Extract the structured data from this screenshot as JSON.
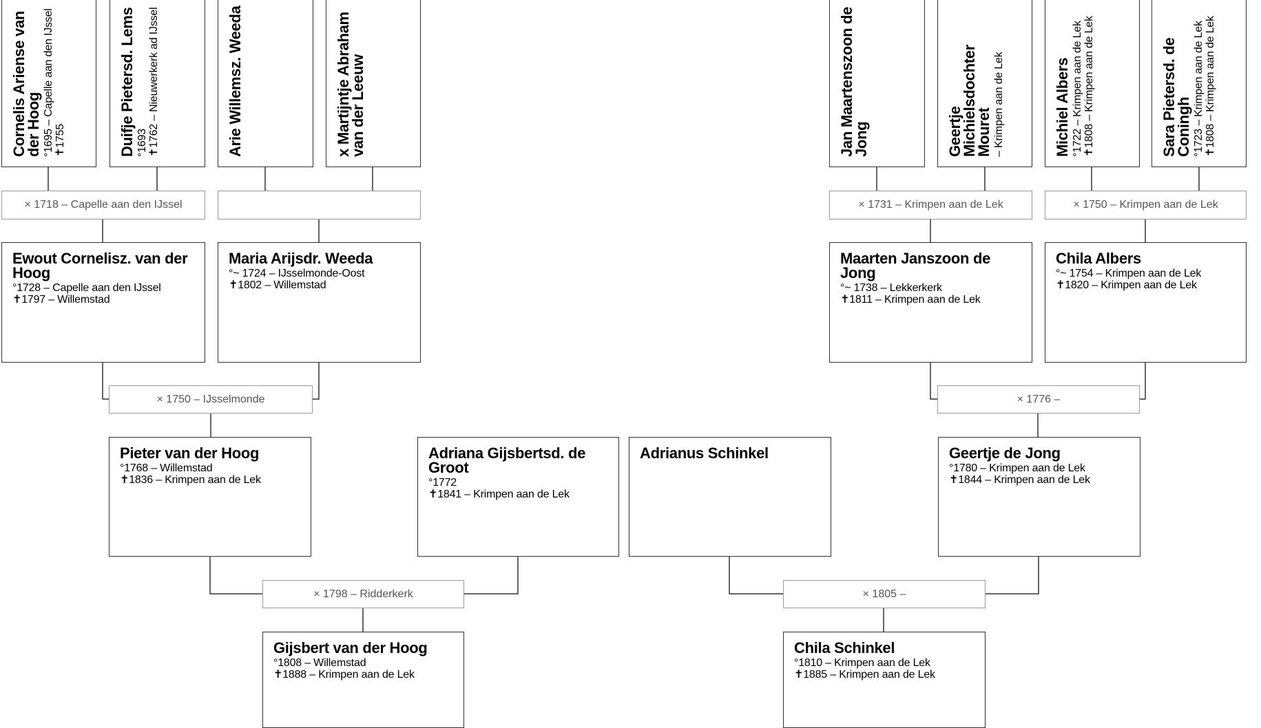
{
  "people": {
    "p1": {
      "name": "Cornelis Ariense van der Hoog",
      "lines": [
        "°1695 – Capelle aan den IJssel",
        "✝1755"
      ]
    },
    "p2": {
      "name": "Duifje Pietersd. Lems",
      "lines": [
        "°1693",
        "✝1762 – Nieuwerkerk ad IJssel"
      ]
    },
    "p3": {
      "name": "Arie Willemsz. Weeda",
      "lines": []
    },
    "p4": {
      "name": "x Martijntje Abraham van der Leeuw",
      "lines": []
    },
    "p5": {
      "name": "Jan Maartenszoon de Jong",
      "lines": []
    },
    "p6": {
      "name": "Geertje Michielsdochter Mouret",
      "lines": [
        "– Krimpen aan de Lek"
      ]
    },
    "p7": {
      "name": "Michiel Albers",
      "lines": [
        "°1722 – Krimpen aan de Lek",
        "✝1808 – Krimpen aan de Lek"
      ]
    },
    "p8": {
      "name": "Sara Pietersd. de Coningh",
      "lines": [
        "°1723 – Krimpen aan de Lek",
        "✝1808 – Krimpen aan de Lek"
      ]
    },
    "p9": {
      "name": "Ewout Cornelisz. van der Hoog",
      "lines": [
        "°1728 – Capelle aan den IJssel",
        "✝1797 – Willemstad"
      ]
    },
    "p10": {
      "name": "Maria Arijsdr. Weeda",
      "lines": [
        "°~ 1724 – IJsselmonde-Oost",
        "✝1802 – Willemstad"
      ]
    },
    "p11": {
      "name": "Maarten Janszoon de Jong",
      "lines": [
        "°~ 1738 – Lekkerkerk",
        "✝1811 – Krimpen aan de Lek"
      ]
    },
    "p12": {
      "name": "Chila Albers",
      "lines": [
        "°~ 1754 – Krimpen aan de Lek",
        "✝1820 – Krimpen aan de Lek"
      ]
    },
    "p13": {
      "name": "Pieter van der Hoog",
      "lines": [
        "°1768 – Willemstad",
        "✝1836 – Krimpen aan de Lek"
      ]
    },
    "p14": {
      "name": "Adriana Gijsbertsd. de Groot",
      "lines": [
        "°1772",
        "✝1841 – Krimpen aan de Lek"
      ]
    },
    "p15": {
      "name": "Adrianus Schinkel",
      "lines": []
    },
    "p16": {
      "name": "Geertje de Jong",
      "lines": [
        "°1780 – Krimpen aan de Lek",
        "✝1844 – Krimpen aan de Lek"
      ]
    },
    "p17": {
      "name": "Gijsbert van der Hoog",
      "lines": [
        "°1808 – Willemstad",
        "✝1888 – Krimpen aan de Lek"
      ]
    },
    "p18": {
      "name": "Chila Schinkel",
      "lines": [
        "°1810 – Krimpen aan de Lek",
        "✝1885 – Krimpen aan de Lek"
      ]
    }
  },
  "marriages": {
    "m1": "× 1718 – Capelle aan den IJssel",
    "m2": "",
    "m3": "× 1731 – Krimpen aan de Lek",
    "m4": "× 1750 – Krimpen aan de Lek",
    "m5": "× 1750 – IJsselmonde",
    "m6": "× 1776 –",
    "m7": "× 1798 – Ridderkerk",
    "m8": "× 1805 –"
  }
}
